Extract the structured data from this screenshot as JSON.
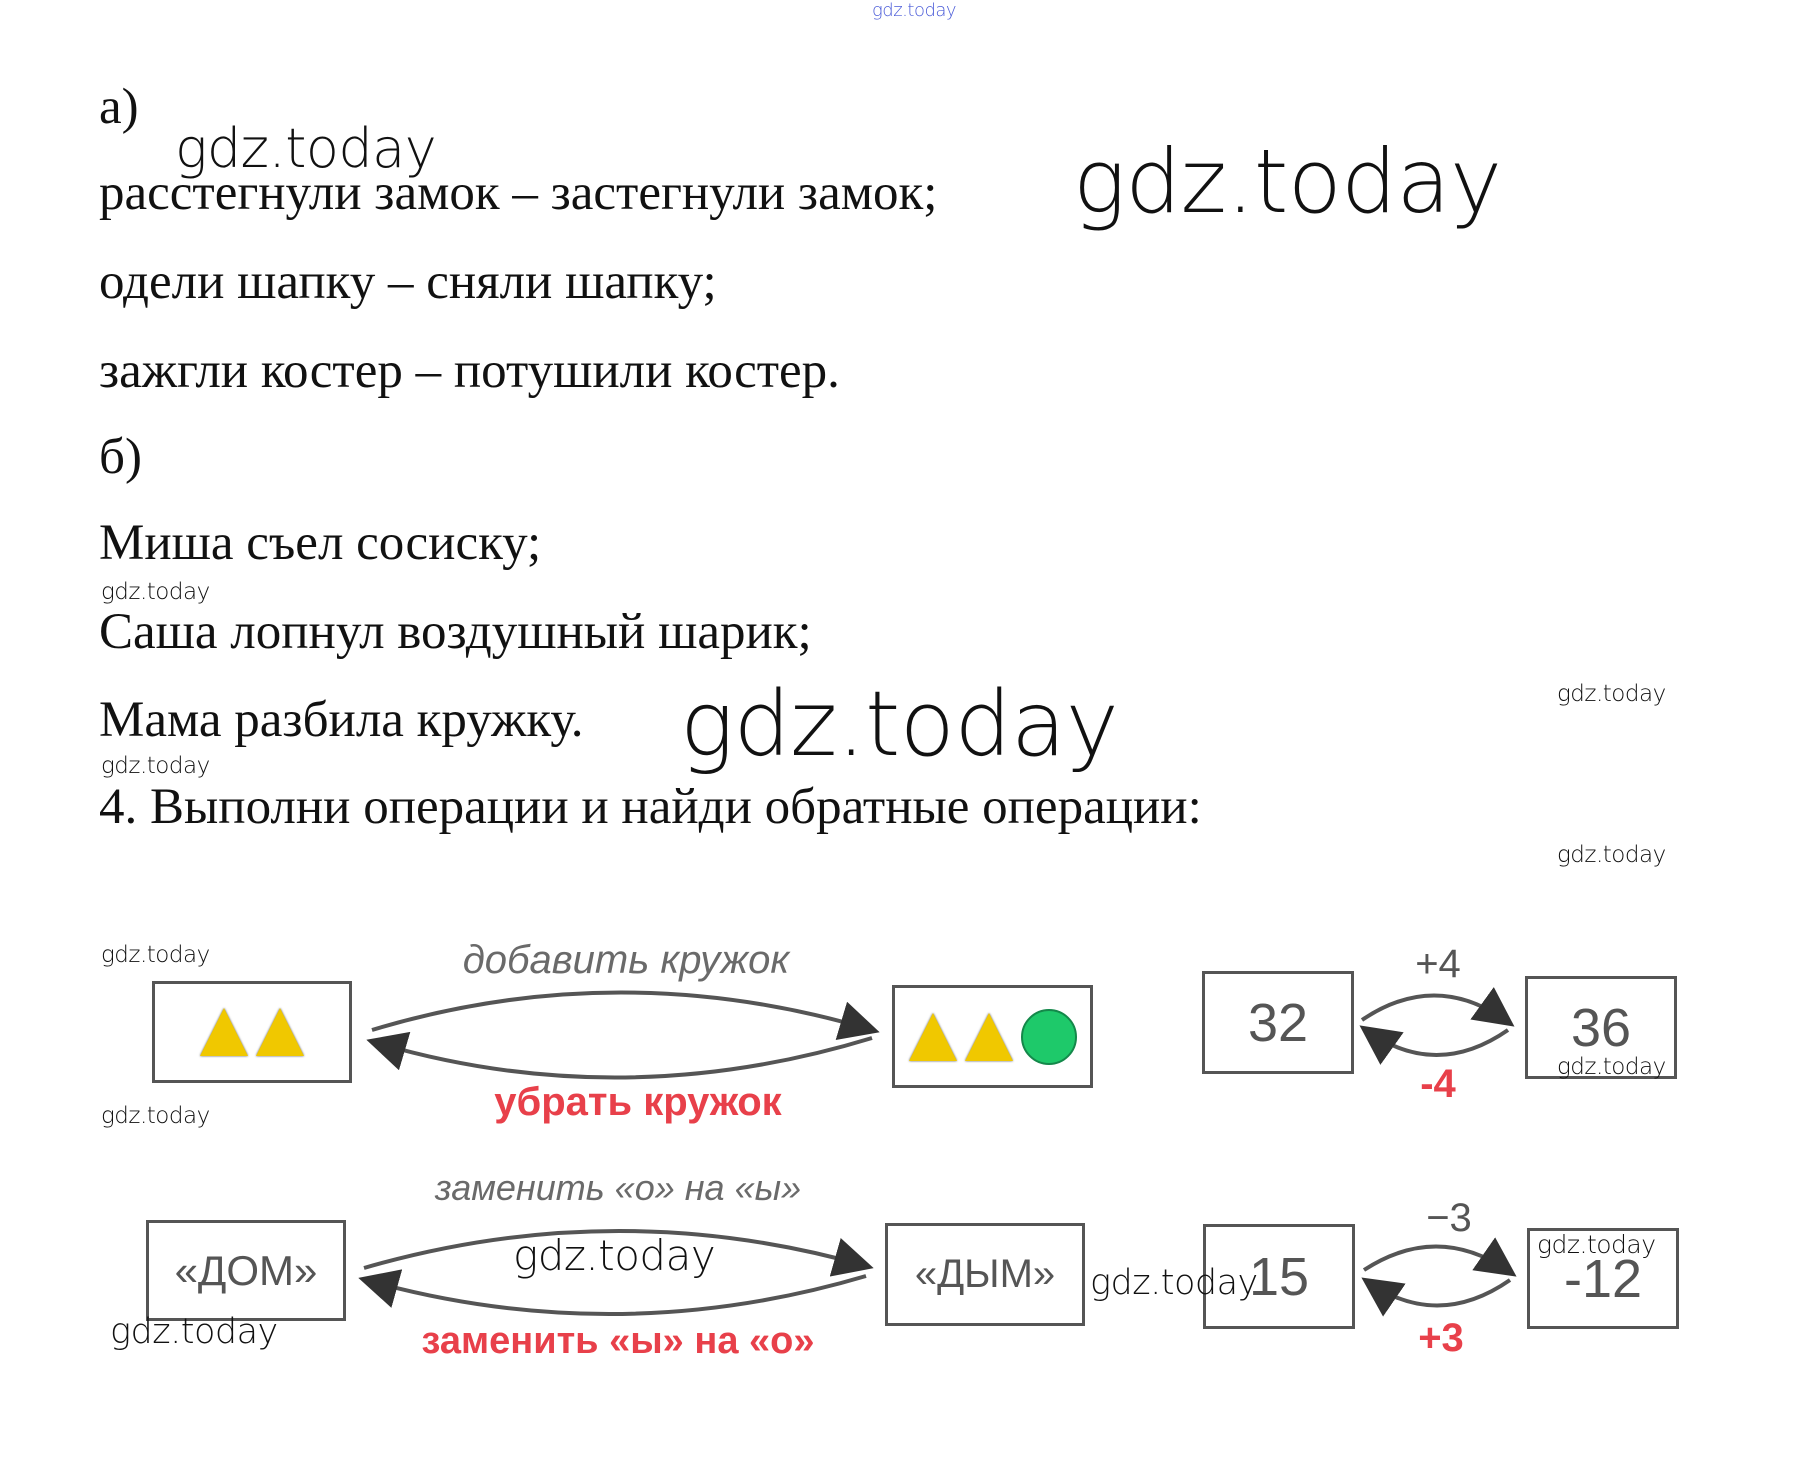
{
  "watermark": "gdz.today",
  "part_a": {
    "label": "а)",
    "lines": [
      "расстегнули замок – застегнули замок;",
      "одели шапку – сняли шапку;",
      "зажгли костер – потушили костер."
    ]
  },
  "part_b": {
    "label": "б)",
    "lines": [
      "Миша съел сосиску;",
      "Саша лопнул воздушный шарик;",
      "Мама разбила кружку."
    ]
  },
  "task": "4. Выполни операции и найди обратные операции:",
  "diagrams": [
    {
      "forward": "добавить кружок",
      "inverse": "убрать кружок",
      "from_shapes": [
        "triangle",
        "triangle"
      ],
      "to_shapes": [
        "triangle",
        "triangle",
        "circle"
      ]
    },
    {
      "forward": "+4",
      "inverse": "-4",
      "from": "32",
      "to": "36"
    },
    {
      "forward": "заменить «о» на «ы»",
      "inverse": "заменить «ы» на «о»",
      "from": "«ДОМ»",
      "to": "«ДЫМ»"
    },
    {
      "forward": "−3",
      "inverse": "+3",
      "from": "15",
      "to": "-12"
    }
  ],
  "colors": {
    "inverse": "#e8404a",
    "triangle": "#f0c800",
    "circle": "#1ec96a"
  }
}
